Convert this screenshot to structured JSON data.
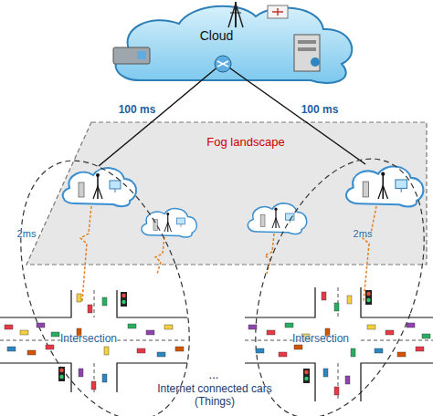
{
  "diagram": {
    "nodes": [
      {
        "text": [
          "Cloud"
        ]
      },
      {
        "text": [
          "Fog landscape"
        ]
      }
    ],
    "edges": [
      {
        "from": 0,
        "to": 1,
        "label": "100 ms",
        "arrow": "none"
      },
      {
        "from": 0,
        "to": 1,
        "label": "100 ms",
        "arrow": "none"
      }
    ],
    "labels": [
      "2ms",
      "2ms",
      "Intersection",
      "Intersection",
      "...",
      "Internet connected cars (Things)"
    ]
  }
}
